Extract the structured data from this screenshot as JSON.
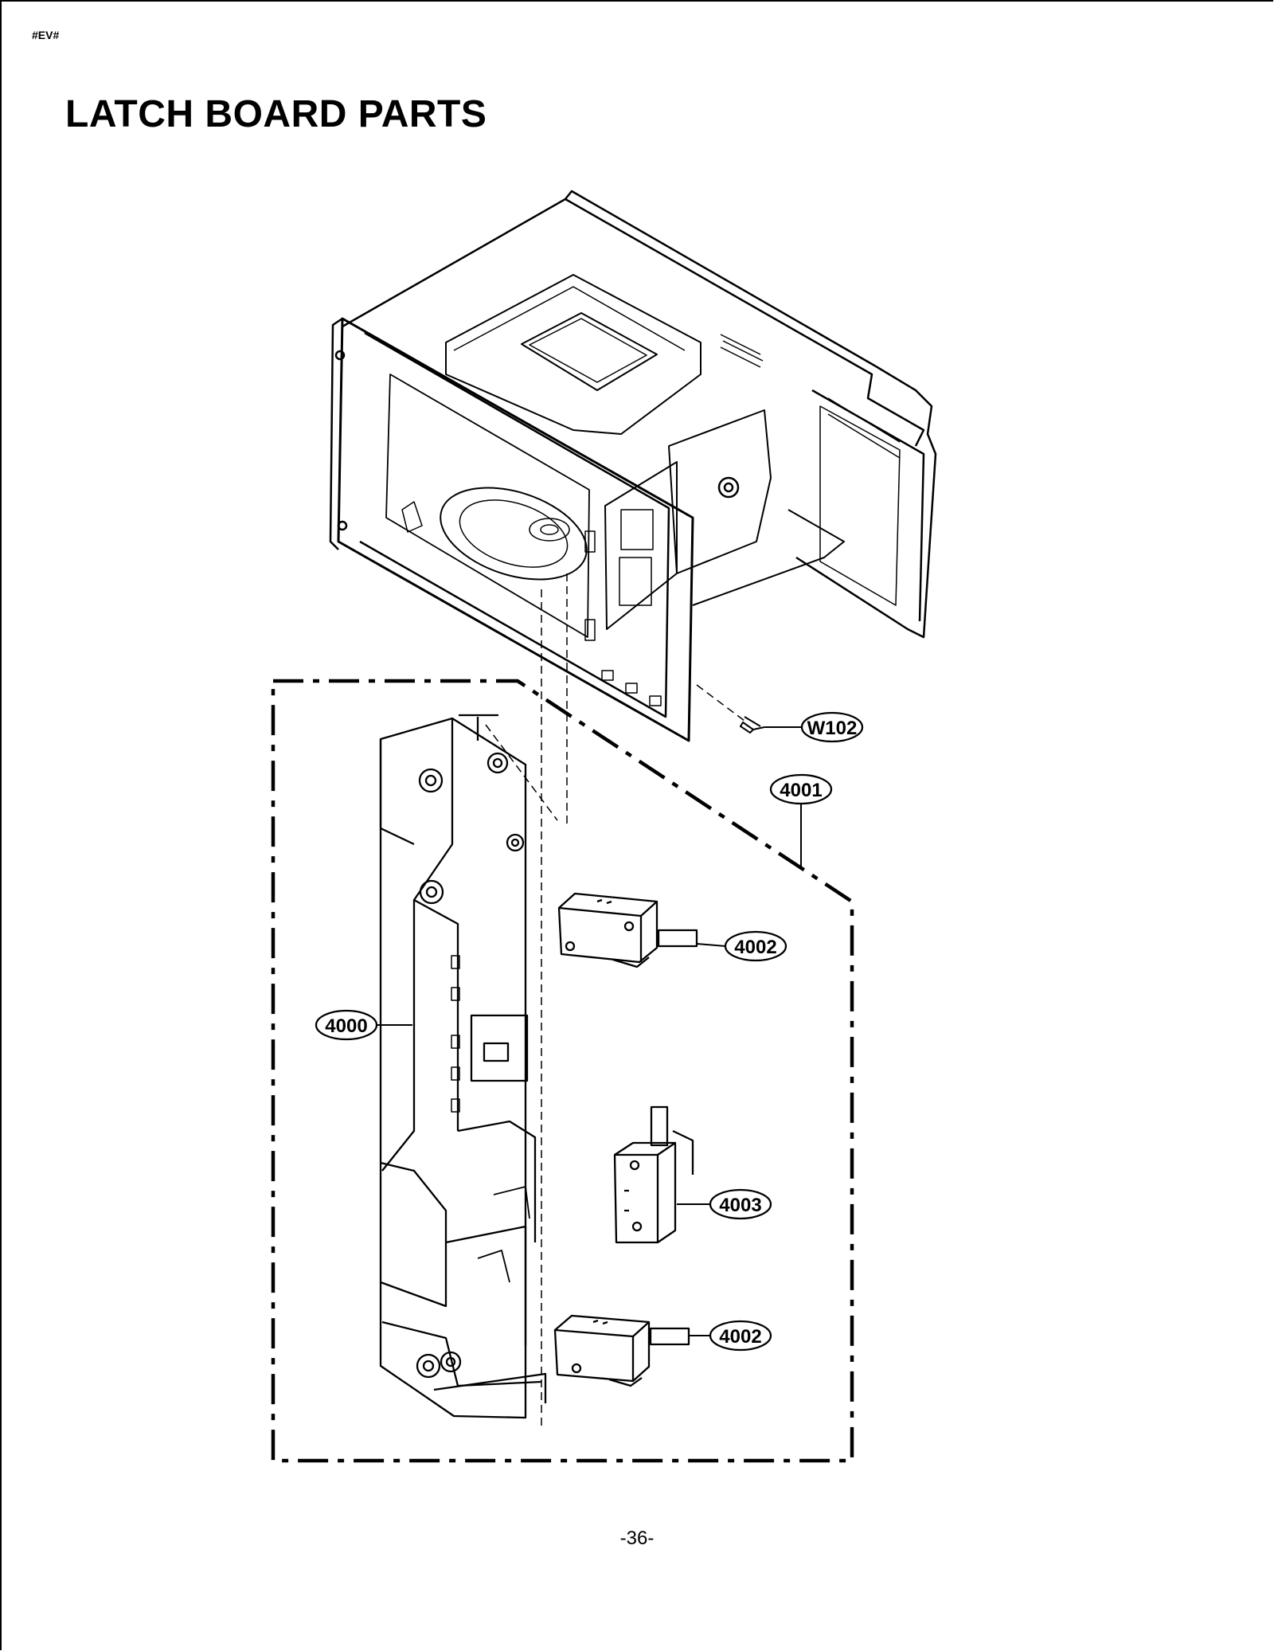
{
  "header": {
    "doc_code": "#EV#",
    "title": "LATCH BOARD PARTS"
  },
  "callouts": {
    "w102": "W102",
    "p4001": "4001",
    "p4002_upper": "4002",
    "p4000": "4000",
    "p4003": "4003",
    "p4002_lower": "4002"
  },
  "footer": {
    "page_number": "-36-"
  }
}
